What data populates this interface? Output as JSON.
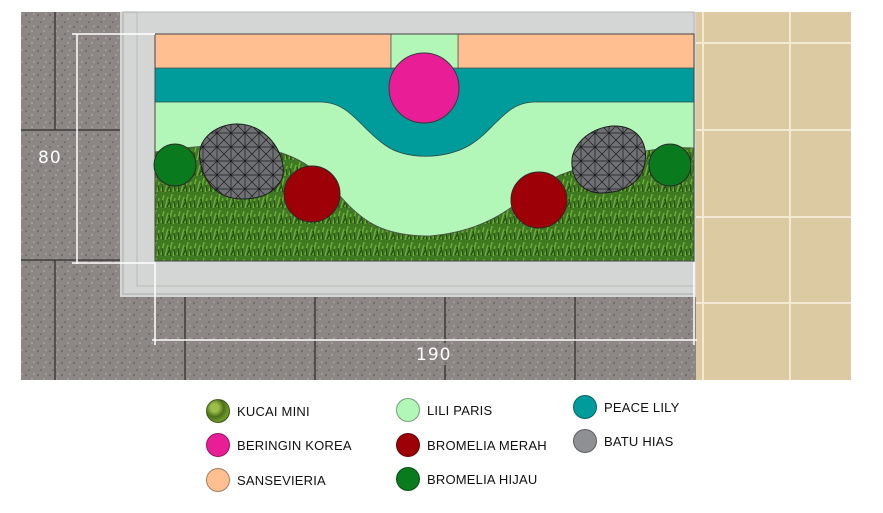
{
  "dimensions": {
    "depth": "80",
    "width": "190"
  },
  "legend": [
    {
      "id": "kucai",
      "label": "KUCAI MINI",
      "color": "#5f7f22"
    },
    {
      "id": "beringin",
      "label": "BERINGIN KOREA",
      "color": "#e91e96"
    },
    {
      "id": "sansevieria",
      "label": "SANSEVIERIA",
      "color": "#ffbf91"
    },
    {
      "id": "lili",
      "label": "LILI PARIS",
      "color": "#b3f7b8"
    },
    {
      "id": "merah",
      "label": "BROMELIA MERAH",
      "color": "#9e0008"
    },
    {
      "id": "hijau",
      "label": "BROMELIA HIJAU",
      "color": "#0a7a1e"
    },
    {
      "id": "peace",
      "label": "PEACE LILY",
      "color": "#009c9c"
    },
    {
      "id": "batu",
      "label": "BATU HIAS",
      "color": "#8e9093"
    }
  ]
}
